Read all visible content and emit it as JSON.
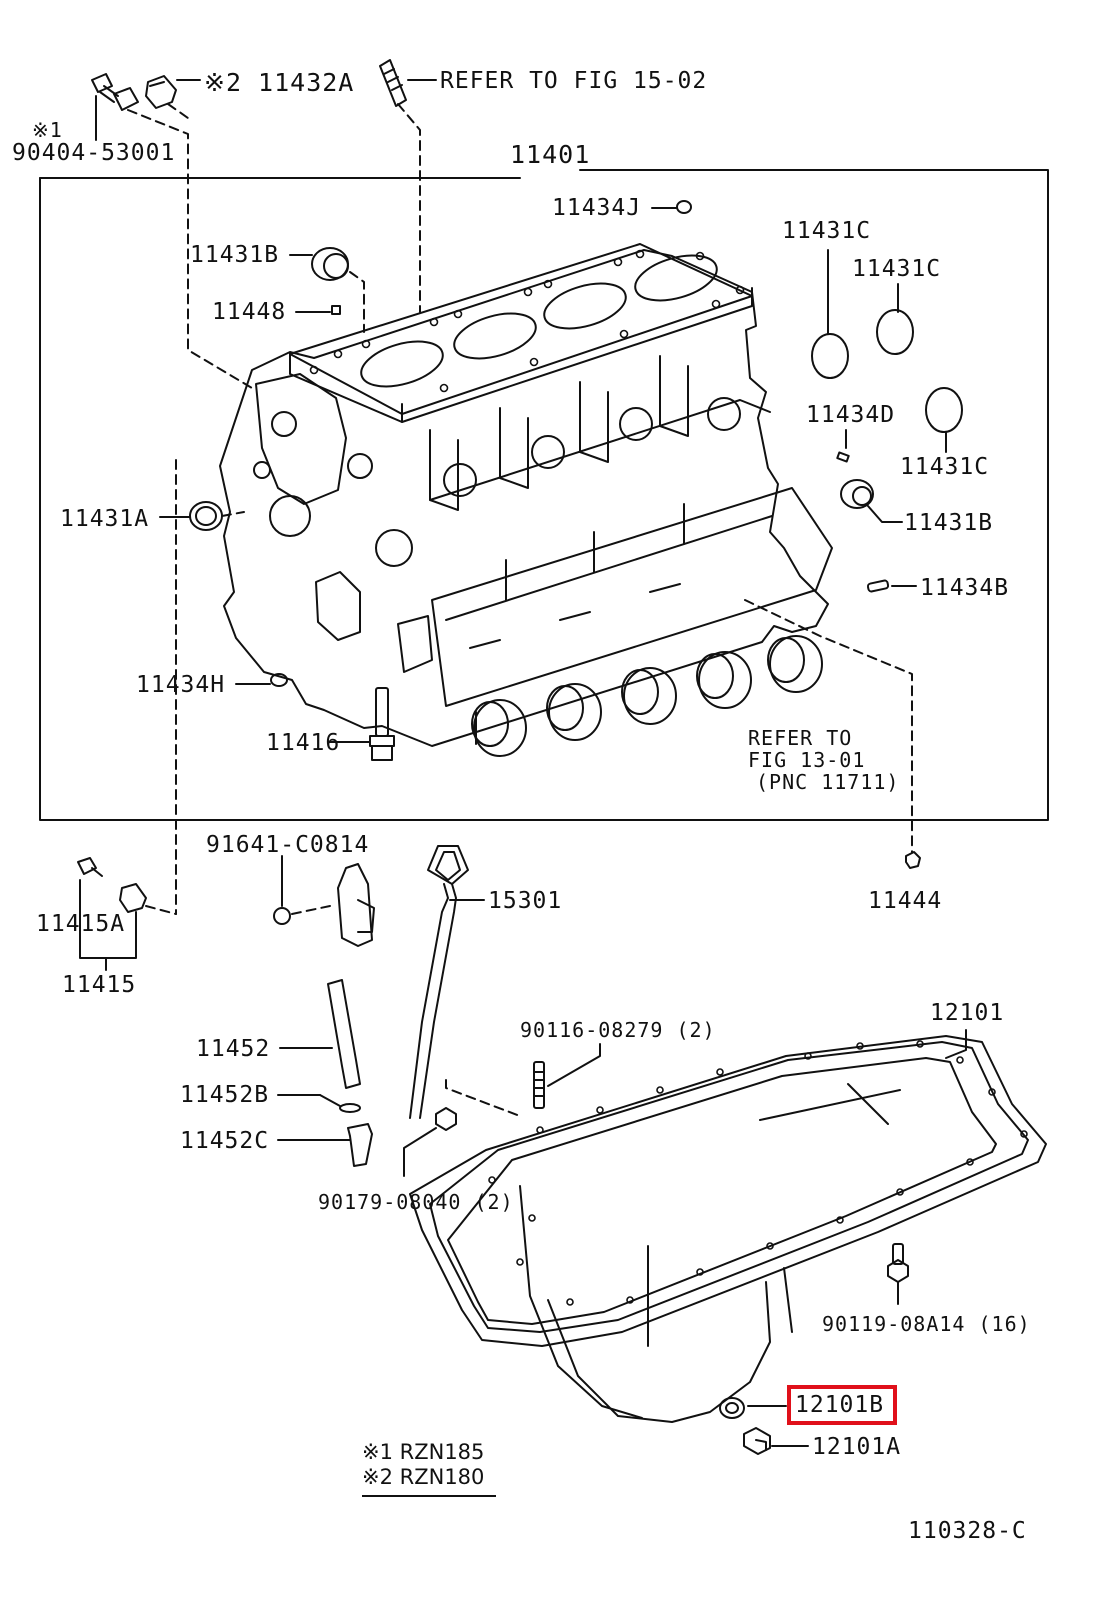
{
  "labels": {
    "p211432A": "※2 11432A",
    "refer_fig_15_02": "REFER TO FIG 15-02",
    "star1": "※1",
    "p90404": "90404-53001",
    "p11401": "11401",
    "p11434J": "11434J",
    "p11431B_top": "11431B",
    "p11448": "11448",
    "p11431C_1": "11431C",
    "p11431C_2": "11431C",
    "p11434D": "11434D",
    "p11431C_3": "11431C",
    "p11431A": "11431A",
    "p11431B_right": "11431B",
    "p11434B": "11434B",
    "p11434H": "11434H",
    "p11416": "11416",
    "refer_13_line1": "REFER TO",
    "refer_13_line2": "FIG 13-01",
    "refer_13_line3": "(PNC 11711)",
    "p91641": "91641-C0814",
    "p15301": "15301",
    "p11444": "11444",
    "p11415A": "11415A",
    "p11415": "11415",
    "p12101": "12101",
    "p90116": "90116-08279 (2)",
    "p11452": "11452",
    "p11452B": "11452B",
    "p11452C": "11452C",
    "p90179": "90179-08040 (2)",
    "p90119": "90119-08A14 (16)",
    "p12101B": "12101B",
    "p12101A": "12101A",
    "note1": "※1 RZN185",
    "note2": "※2 RZN180",
    "figure_code": "110328-C"
  },
  "highlight": {
    "part": "12101B",
    "color": "#e0101a"
  }
}
